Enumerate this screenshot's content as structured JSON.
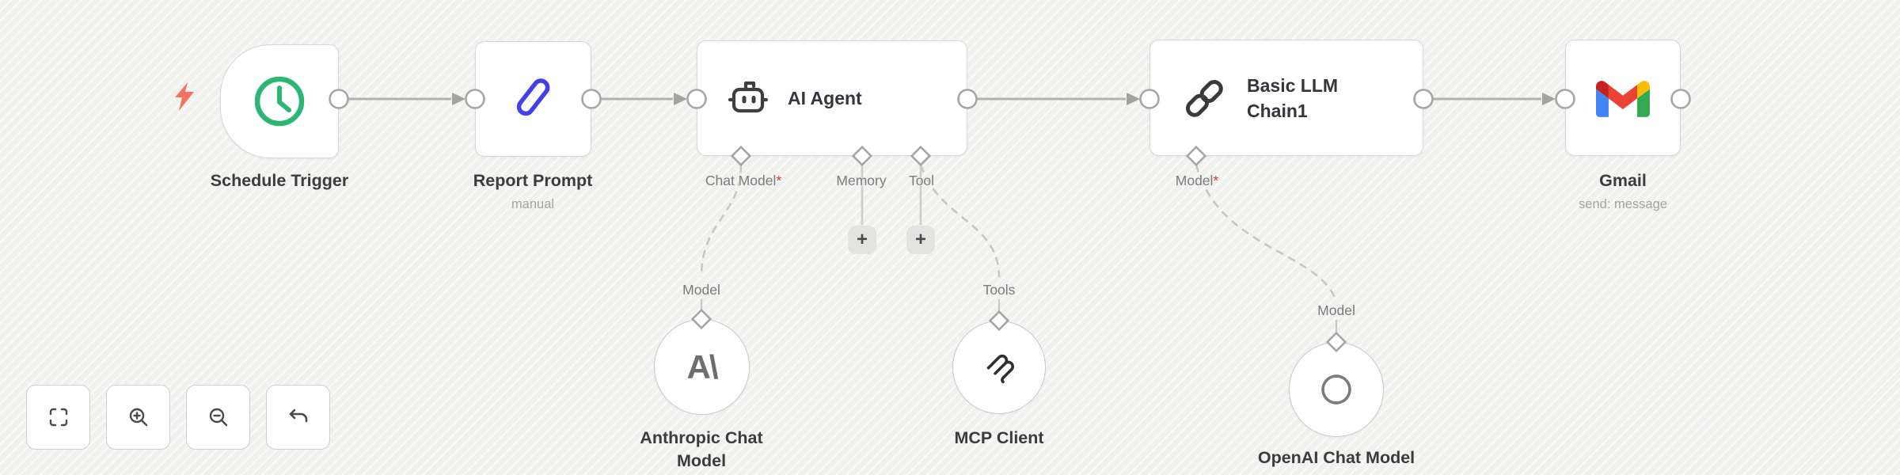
{
  "nodes": {
    "schedule_trigger": {
      "title": "Schedule Trigger"
    },
    "report_prompt": {
      "title": "Report Prompt",
      "subtitle": "manual"
    },
    "ai_agent": {
      "title": "AI Agent",
      "ports": {
        "chat_model": {
          "label": "Chat Model",
          "required": "*"
        },
        "memory": {
          "label": "Memory"
        },
        "tool": {
          "label": "Tool"
        }
      }
    },
    "basic_llm_chain": {
      "title": "Basic LLM Chain1",
      "ports": {
        "model": {
          "label": "Model",
          "required": "*"
        }
      }
    },
    "gmail": {
      "title": "Gmail",
      "subtitle": "send: message"
    },
    "anthropic": {
      "title": "Anthropic Chat Model",
      "port_label": "Model",
      "logo_text": "A\\"
    },
    "mcp_client": {
      "title": "MCP Client",
      "port_label": "Tools"
    },
    "openai": {
      "title": "OpenAI Chat Model",
      "port_label": "Model"
    }
  },
  "buttons": {
    "add_memory": "+",
    "add_tool": "+"
  },
  "icons": {
    "trigger_active": "lightning-bolt-icon",
    "schedule_trigger": "clock-icon",
    "report_prompt": "pencil-icon",
    "ai_agent": "robot-icon",
    "basic_llm_chain": "chain-link-icon",
    "gmail": "gmail-logo-icon",
    "anthropic": "anthropic-logo-icon",
    "mcp_client": "mcp-logo-icon",
    "openai": "openai-logo-icon",
    "controls": [
      "fit-view-icon",
      "zoom-in-icon",
      "zoom-out-icon",
      "undo-icon"
    ]
  },
  "colors": {
    "canvas_bg": "#f1f1ef",
    "node_border": "#d8d8d6",
    "edge_gray": "#b2b2b0",
    "clock_green": "#2bb673",
    "pencil_blue": "#4340e8",
    "bolt_coral": "#f4735f",
    "required_red": "#e0352b",
    "gmail_blue": "#4285F4",
    "gmail_green": "#34A853",
    "gmail_yellow": "#FBBC04",
    "gmail_red": "#EA4335",
    "gmail_dark_red": "#C5221F"
  }
}
